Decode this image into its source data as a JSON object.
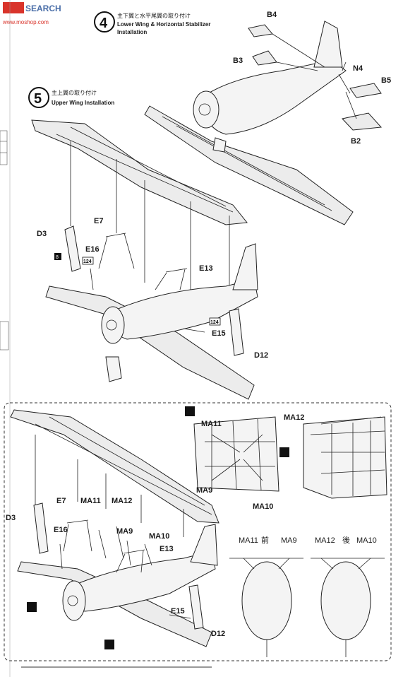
{
  "watermark": {
    "brand": "SEARCH",
    "site": "www.moshop.com",
    "logo_color": "#d9342b"
  },
  "step4": {
    "number": "4",
    "title_jp": "主下翼と水平尾翼の取り付け",
    "title_en_1": "Lower Wing & Horizontal Stabilizer",
    "title_en_2": "Installation",
    "parts": {
      "b4": "B4",
      "b3": "B3",
      "n4": "N4",
      "b5": "B5",
      "b2": "B2"
    }
  },
  "step5": {
    "number": "5",
    "title_jp": "主上翼の取り付け",
    "title_en": "Upper Wing Installation",
    "parts": {
      "d3": "D3",
      "e7": "E7",
      "e16": "E16",
      "e13": "E13",
      "e15": "E15",
      "d12": "D12",
      "ref8": "8",
      "ref124a": "124",
      "ref124b": "124"
    }
  },
  "optional": {
    "parts": {
      "d3": "D3",
      "e7": "E7",
      "ma11": "MA11",
      "ma12": "MA12",
      "e16": "E16",
      "ma9": "MA9",
      "ma10": "MA10",
      "e13": "E13",
      "e15": "E15",
      "d12": "D12"
    },
    "detail": {
      "ma11": "MA11",
      "ma12": "MA12",
      "ma9": "MA9",
      "ma10": "MA10"
    },
    "fronts": {
      "left": {
        "a": "MA11",
        "mid": "前",
        "b": "MA9"
      },
      "right": {
        "a": "MA12",
        "mid": "後",
        "b": "MA10"
      }
    }
  }
}
